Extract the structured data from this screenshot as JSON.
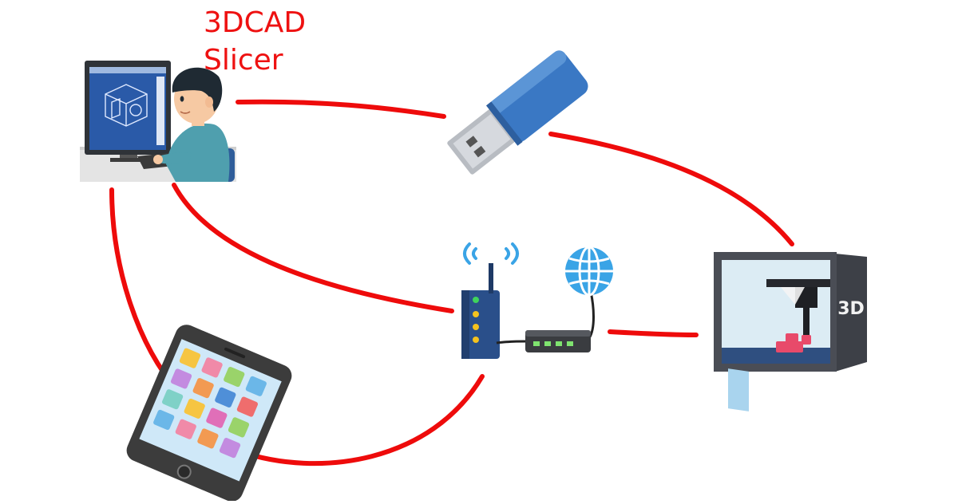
{
  "software_label": {
    "lines": [
      "3DCAD",
      "Slicer"
    ]
  },
  "printer": {
    "panel_text": "3D"
  },
  "colors": {
    "connection": "#ee0b0b",
    "label": "#ee1111",
    "usb_body": "#3a78c4",
    "phone_body": "#3c3c3c",
    "printer_frame": "#4a4d55",
    "router": "#2a4f8a",
    "globe": "#3aa4e6"
  },
  "icons": [
    "computer-user-icon",
    "usb-drive-icon",
    "wifi-router-icon",
    "network-hub-icon",
    "globe-icon",
    "smartphone-icon",
    "3d-printer-icon"
  ]
}
